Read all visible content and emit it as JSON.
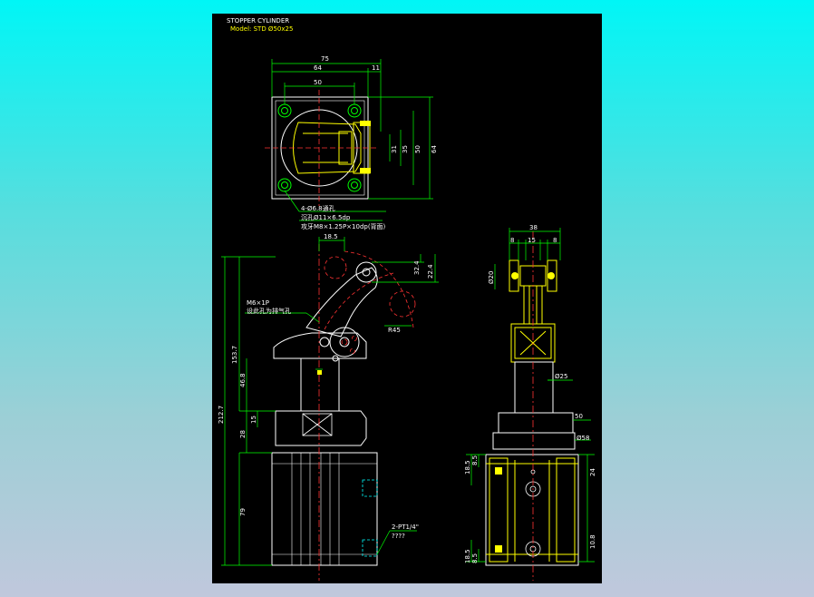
{
  "title": "STOPPER CYLINDER",
  "model": "Model: STD Ø50x25",
  "dims_top": {
    "d75": "75",
    "d64": "64",
    "d50": "50",
    "d11": "11",
    "v31": "31",
    "v35": "35",
    "v50": "50",
    "v64": "64"
  },
  "notes_top": {
    "n1": "4-Ø6.8通孔",
    "n2": "沉孔Ø11×6.5dp",
    "n3": "攻牙M8×1.25P×10dp(背面)"
  },
  "dims_front": {
    "d185": "18.5",
    "d324": "32.4",
    "d224": "22.4",
    "r45": "R45",
    "m6": "M6×1P",
    "m6b": "设此孔为排气孔",
    "d1537": "153.7",
    "d468": "46.8",
    "d2127": "212.7",
    "d28": "28",
    "d15": "15",
    "d79": "79",
    "pt": "2-PT1/4\"",
    "q": "????"
  },
  "dims_side": {
    "d38": "38",
    "d8a": "8",
    "d15": "15",
    "d8b": "8",
    "p20": "Ø20",
    "p25": "Ø25",
    "d50": "50",
    "p58": "Ø58",
    "d185": "18.5",
    "d85": "8.5",
    "d24": "24",
    "d185b": "18.5",
    "d85b": "8.5",
    "d108": "10.8"
  }
}
